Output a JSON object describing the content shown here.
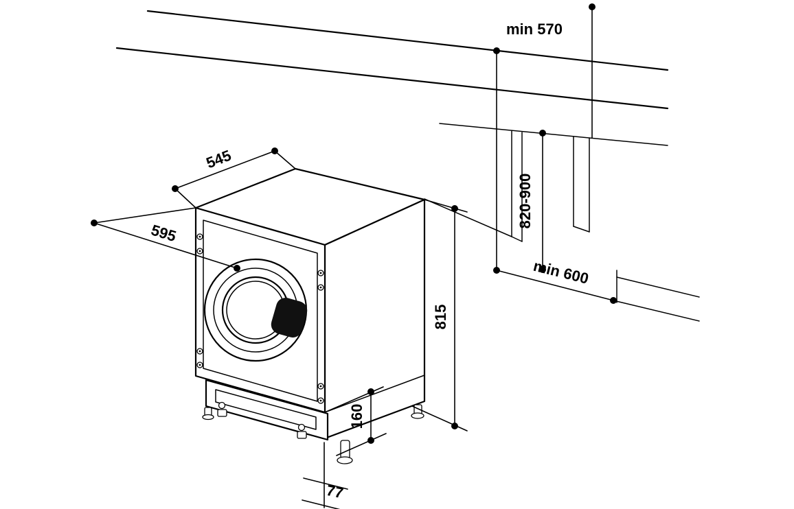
{
  "diagram": {
    "kind": "built-in washing machine installation drawing",
    "labels": {
      "niche_depth_min": "min 570",
      "niche_height_range": "820-900",
      "machine_depth": "545",
      "machine_width": "595",
      "machine_height": "815",
      "niche_width_min": "min 600",
      "plinth_height": "160",
      "adjustable_feet": "77"
    },
    "colors": {
      "line": "#000000",
      "background": "#ffffff",
      "handle_fill": "#111111"
    }
  }
}
